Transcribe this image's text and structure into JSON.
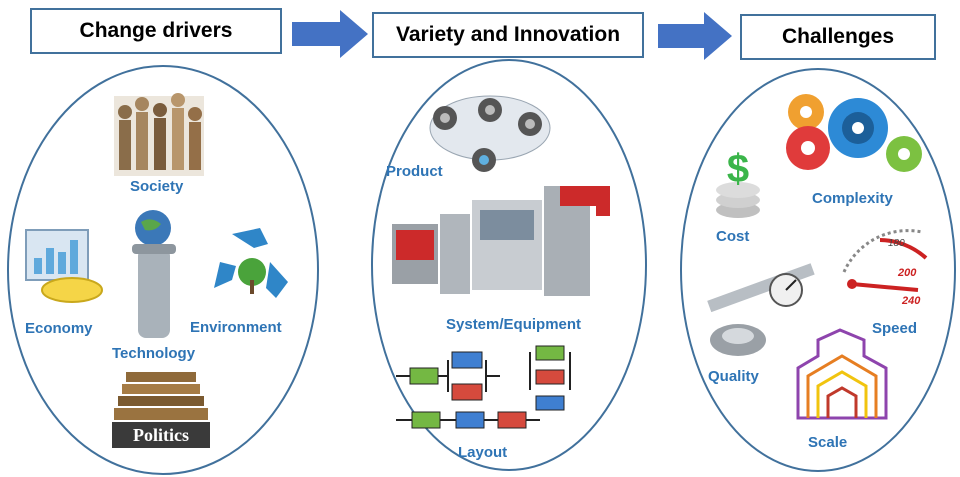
{
  "headers": {
    "change_drivers": "Change drivers",
    "variety": "Variety and Innovation",
    "challenges": "Challenges"
  },
  "drivers": {
    "society": "Society",
    "economy": "Economy",
    "technology": "Technology",
    "environment": "Environment",
    "politics": "Politics"
  },
  "variety": {
    "product": "Product",
    "system": "System/Equipment",
    "layout": "Layout"
  },
  "challenges": {
    "cost": "Cost",
    "complexity": "Complexity",
    "quality": "Quality",
    "speed": "Speed",
    "scale": "Scale",
    "speed_ticks": [
      "180",
      "200",
      "240"
    ]
  },
  "colors": {
    "border": "#41719c",
    "arrow": "#4472c4",
    "label": "#2e74b5"
  }
}
